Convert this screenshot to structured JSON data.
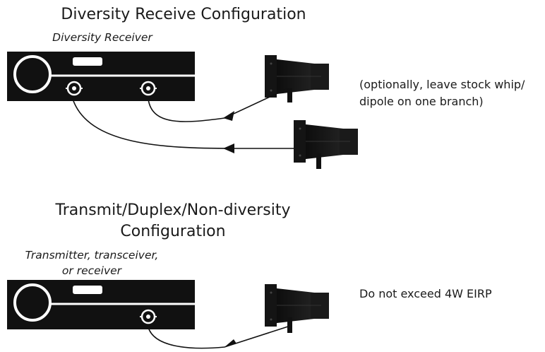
{
  "diversity": {
    "title": "Diversity Receive Configuration",
    "device_label": "Diversity Receiver",
    "note_line1": "(optionally, leave stock whip/",
    "note_line2": "dipole on one branch)"
  },
  "transmit": {
    "title_line1": "Transmit/Duplex/Non-diversity",
    "title_line2": "Configuration",
    "device_label_line1": "Transmitter, transceiver,",
    "device_label_line2": "or receiver",
    "note": "Do not exceed 4W EIRP"
  },
  "colors": {
    "device": "#111111",
    "antenna": "#151515",
    "line": "#111111"
  }
}
